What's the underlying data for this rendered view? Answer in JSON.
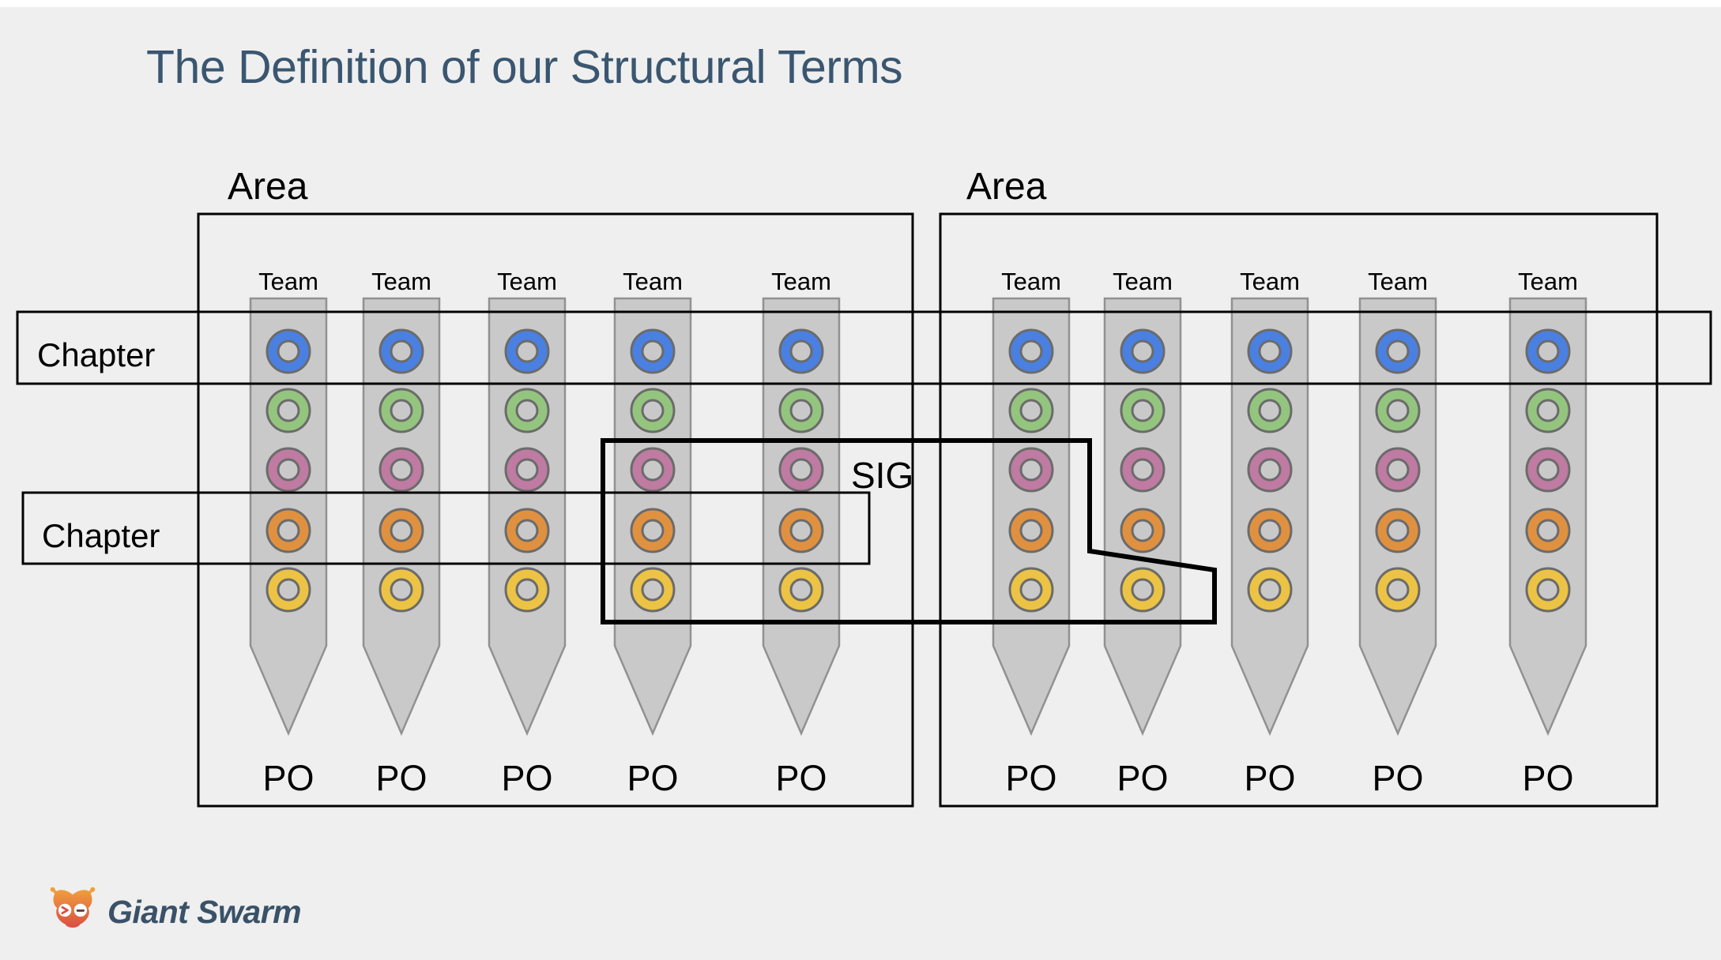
{
  "title": "The Definition of our Structural Terms",
  "areas": [
    {
      "label": "Area",
      "teams": [
        {
          "label": "Team",
          "po": "PO"
        },
        {
          "label": "Team",
          "po": "PO"
        },
        {
          "label": "Team",
          "po": "PO"
        },
        {
          "label": "Team",
          "po": "PO"
        },
        {
          "label": "Team",
          "po": "PO"
        }
      ]
    },
    {
      "label": "Area",
      "teams": [
        {
          "label": "Team",
          "po": "PO"
        },
        {
          "label": "Team",
          "po": "PO"
        },
        {
          "label": "Team",
          "po": "PO"
        },
        {
          "label": "Team",
          "po": "PO"
        },
        {
          "label": "Team",
          "po": "PO"
        }
      ]
    }
  ],
  "chapters": [
    {
      "label": "Chapter"
    },
    {
      "label": "Chapter"
    }
  ],
  "sig": {
    "label": "SIG"
  },
  "logo": {
    "brand": "Giant Swarm"
  },
  "ring_colors": [
    {
      "name": "blue",
      "hex": "#4a80e1"
    },
    {
      "name": "green",
      "hex": "#94c57e"
    },
    {
      "name": "pink",
      "hex": "#bf7ba1"
    },
    {
      "name": "orange",
      "hex": "#e09140"
    },
    {
      "name": "yellow",
      "hex": "#ecc344"
    }
  ],
  "colors": {
    "background": "#efefef",
    "top_strip": "#ffffff",
    "line": "#000000",
    "column_fill": "#c9c9c9",
    "column_stroke": "#919191",
    "ring_stroke": "#6b6b6b",
    "title_text": "#3a5670",
    "label_text": "#000000",
    "brand_text": "#3a5268",
    "brand_orange": "#f09e3d",
    "brand_red": "#d94f44",
    "brand_dash": "#5d3a42"
  }
}
